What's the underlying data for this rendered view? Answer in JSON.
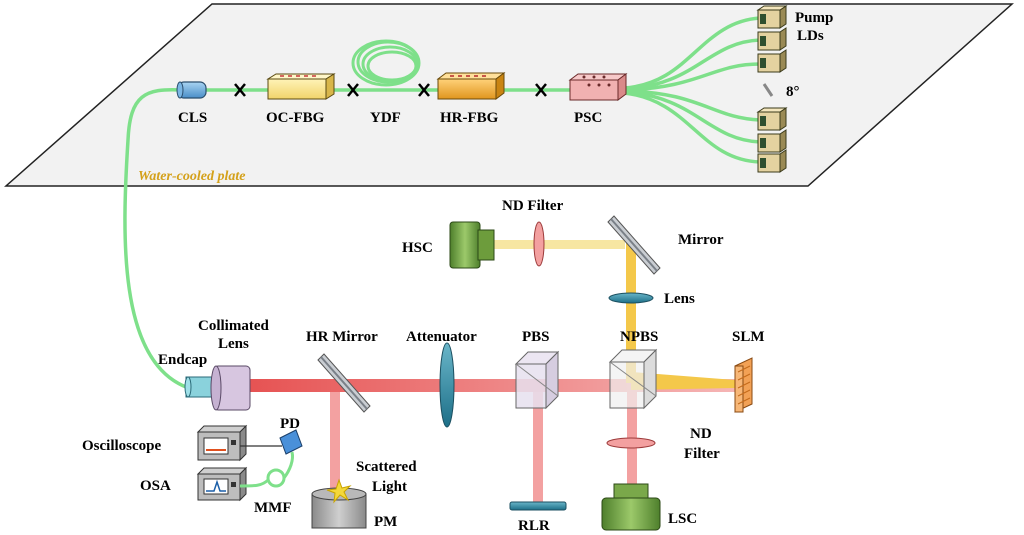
{
  "colors": {
    "fiber": "#7ee08a",
    "red_beam": "#f08a8a",
    "red_beam_strong": "#e23b3b",
    "yellow_beam": "#f4c84a",
    "plate_fill": "#f2f2f2",
    "plate_label": "#d4a11a"
  },
  "plate": {
    "label": "Water-cooled plate",
    "components": {
      "cls": "CLS",
      "oc_fbg": "OC-FBG",
      "ydf": "YDF",
      "hr_fbg": "HR-FBG",
      "psc": "PSC",
      "pump_lds": [
        "Pump",
        "LDs"
      ],
      "angle": "8°"
    }
  },
  "bench": {
    "endcap": "Endcap",
    "collimated_lens": [
      "Collimated",
      "Lens"
    ],
    "hr_mirror": "HR Mirror",
    "attenuator": "Attenuator",
    "pbs": "PBS",
    "npbs": "NPBS",
    "slm": "SLM",
    "nd_filter_top": "ND Filter",
    "hsc": "HSC",
    "mirror": "Mirror",
    "lens": "Lens",
    "nd_filter_bottom": [
      "ND",
      "Filter"
    ],
    "lsc": "LSC",
    "rlr": "RLR",
    "scattered_light": [
      "Scattered",
      "Light"
    ],
    "pm": "PM",
    "pd": "PD",
    "oscilloscope": "Oscilloscope",
    "osa": "OSA",
    "mmf": "MMF"
  }
}
